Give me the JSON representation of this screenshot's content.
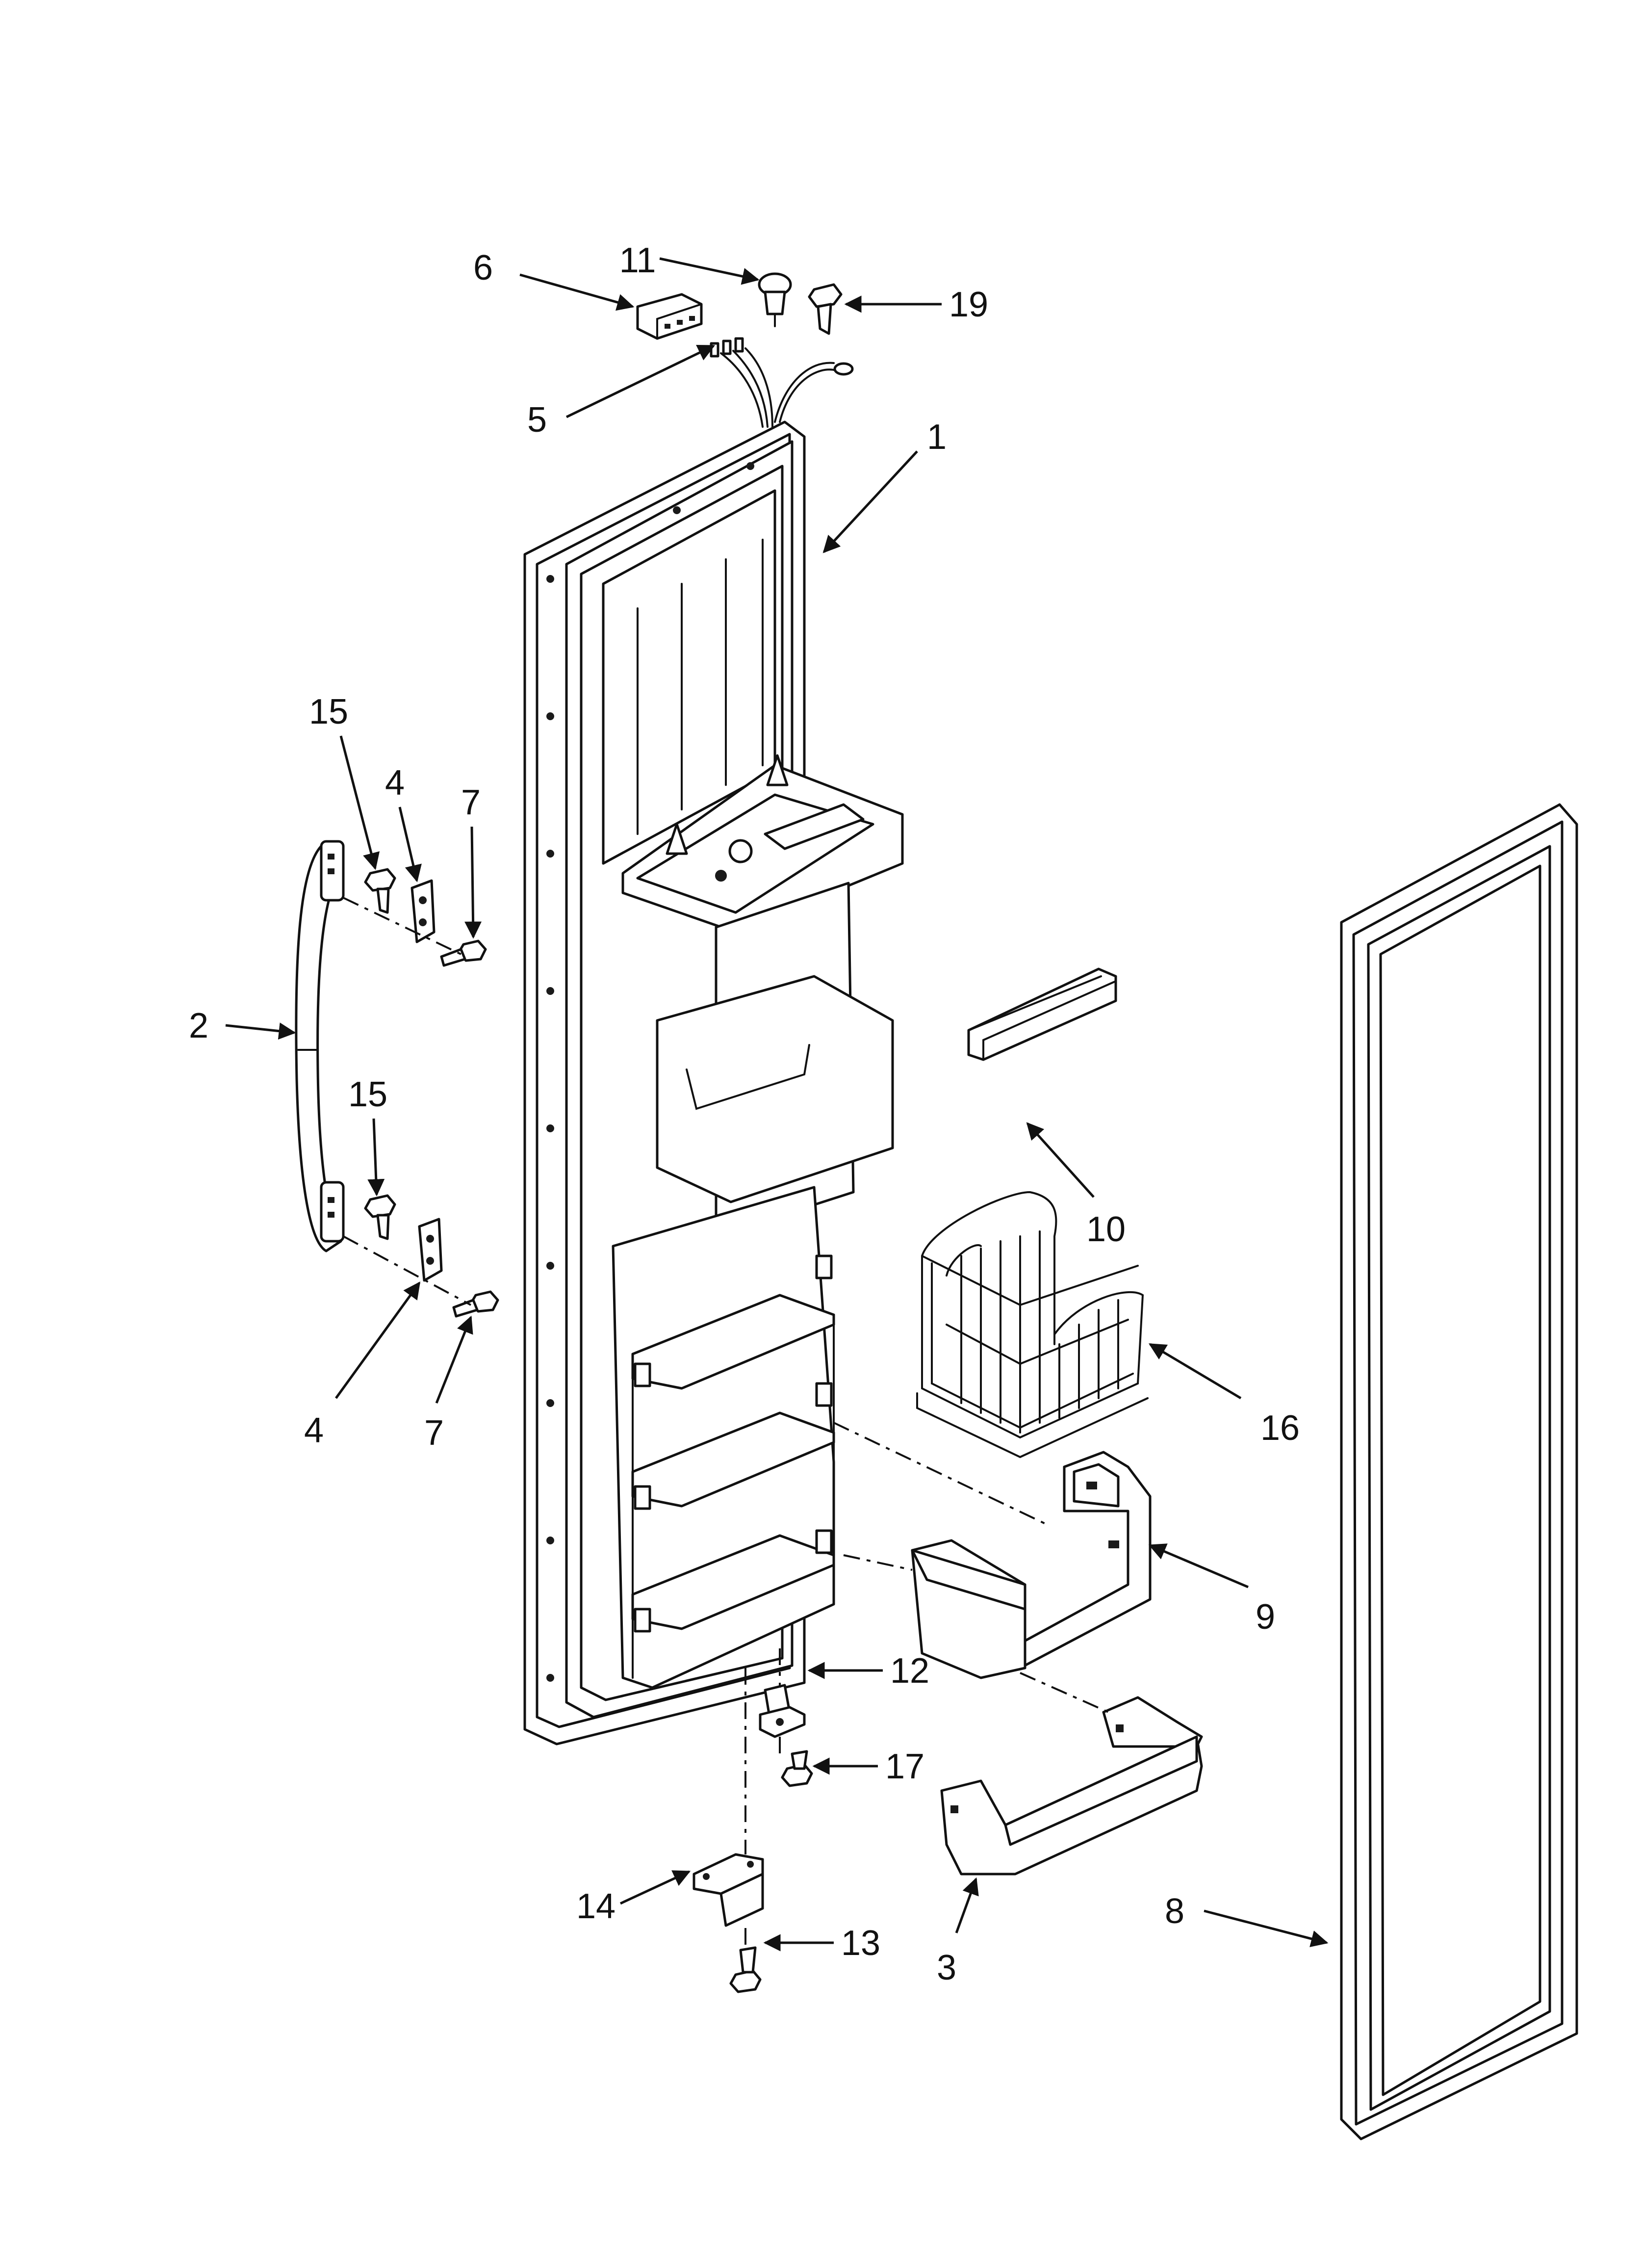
{
  "callouts": {
    "c1": "1",
    "c2": "2",
    "c3": "3",
    "c4a": "4",
    "c4b": "4",
    "c5": "5",
    "c6": "6",
    "c7a": "7",
    "c7b": "7",
    "c8": "8",
    "c9": "9",
    "c10": "10",
    "c11": "11",
    "c12": "12",
    "c13": "13",
    "c14": "14",
    "c15a": "15",
    "c15b": "15",
    "c16": "16",
    "c17": "17",
    "c19": "19"
  },
  "colors": {
    "line": "#111111",
    "background": "#ffffff"
  }
}
